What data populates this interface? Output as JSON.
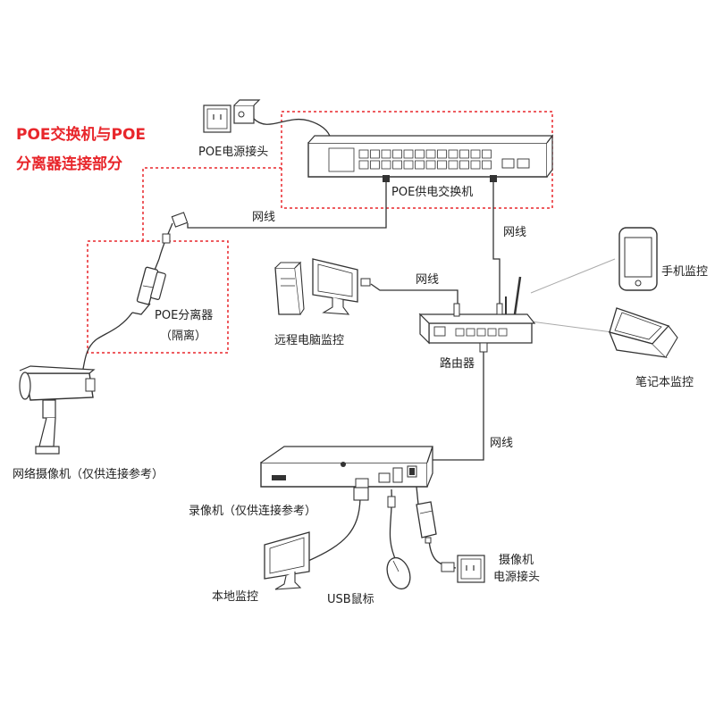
{
  "title": {
    "line1": "POE交换机与POE",
    "line2": "分离器连接部分"
  },
  "colors": {
    "accent_red": "#e8262b",
    "line": "#333333",
    "device": "#ffffff"
  },
  "labels": {
    "poe_power_plug": "POE电源接头",
    "poe_switch": "POE供电交换机",
    "cable_1": "网线",
    "cable_2": "网线",
    "cable_3": "网线",
    "cable_4": "网线",
    "splitter_line1": "POE分离器",
    "splitter_line2": "（隔离）",
    "remote_pc": "远程电脑监控",
    "router": "路由器",
    "phone": "手机监控",
    "laptop": "笔记本监控",
    "ip_camera": "网络摄像机（仅供连接参考）",
    "nvr": "录像机（仅供连接参考）",
    "local_monitor": "本地监控",
    "usb_mouse": "USB鼠标",
    "camera_power_line1": "摄像机",
    "camera_power_line2": "电源接头"
  }
}
